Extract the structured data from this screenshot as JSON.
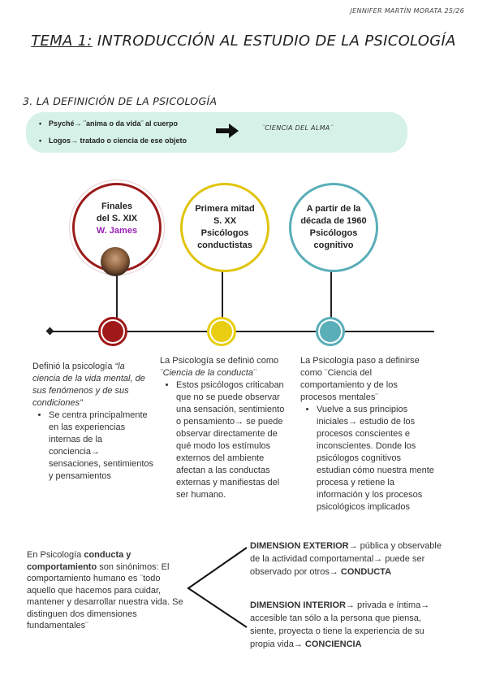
{
  "author": "JENNIFER MARTÍN MORATA 25/26",
  "title": {
    "prefix": "TEMA 1:",
    "rest": " INTRODUCCIÓN AL ESTUDIO DE LA PSICOLOGÍA"
  },
  "section_heading": "3. LA DEFINICIÓN DE LA PSICOLOGÍA",
  "definition_box": {
    "item1": "Psyché→ ¨anima o da vida¨ al cuerpo",
    "item2": "Logos→ tratado o ciencia de ese objeto",
    "result": "¨CIENCIA DEL ALMA¨"
  },
  "timeline": {
    "circles": [
      {
        "line1": "Finales",
        "line2": "del S. XIX",
        "line3": "W. James",
        "line4": ""
      },
      {
        "line1": "Primera mitad",
        "line2": "S. XX",
        "line3": "Psicólogos",
        "line4": "conductistas"
      },
      {
        "line1": "A partir de la",
        "line2": "década de 1960",
        "line3": "Psicólogos",
        "line4": "cognitivo"
      }
    ],
    "colors": {
      "first": "#9b1b1b",
      "second": "#e0c40c",
      "third": "#5aaeb8"
    }
  },
  "columns": {
    "col1_intro": "Definió la psicología ",
    "col1_italic": "“la ciencia de la vida mental, de sus fenómenos y de sus condiciones”",
    "col1_bullet": "Se centra principalmente en las experiencias internas de la conciencia→ sensaciones, sentimientos y pensamientos",
    "col2_intro": "La Psicología se definió como ",
    "col2_italic": "¨Ciencia de la conducta¨",
    "col2_bullet": "Estos psicólogos criticaban que no se puede observar una sensación, sentimiento o pensamiento→ se puede observar directamente de qué modo los estímulos externos del ambiente afectan a las conductas externas y manifiestas del ser humano.",
    "col3_intro": "La Psicología paso a definirse como ¨Ciencia del comportamiento y de los procesos mentales¨",
    "col3_bullet": "Vuelve a sus principios iniciales→ estudio de los procesos conscientes e inconscientes. Donde los psicólogos cognitivos estudian cómo nuestra mente procesa y retiene la información y los procesos psicológicos implicados"
  },
  "bottom": {
    "left_a": "En Psicología ",
    "left_b": "conducta y comportamiento",
    "left_c": " son sinónimos: El comportamiento humano es ¨todo aquello que hacemos para cuidar, mantener y desarrollar nuestra vida. Se distinguen dos dimensiones fundamentales¨",
    "ext_title": "DIMENSION EXTERIOR",
    "ext_text": "→ pública y observable de la actividad comportamental→ puede ser observado por otros→ ",
    "ext_end": "CONDUCTA",
    "int_title": "DIMENSION INTERIOR",
    "int_text": "→ privada e íntima→ accesible tan sólo a la persona que piensa, siente, proyecta o tiene la experiencia de su propia vida→ ",
    "int_end": "CONCIENCIA"
  }
}
